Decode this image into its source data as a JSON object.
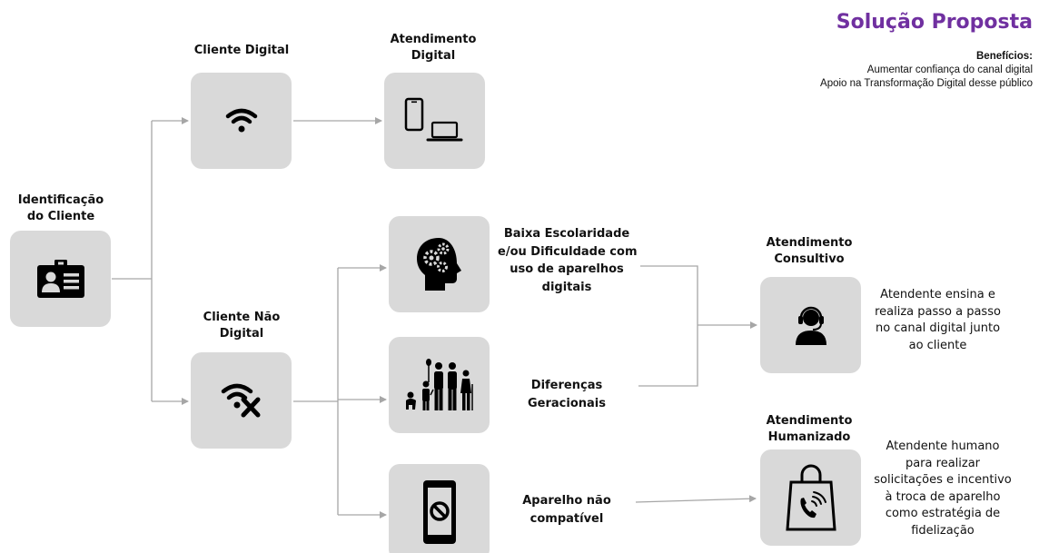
{
  "header": {
    "title": "Solução Proposta",
    "benefits_heading": "Benefícios:",
    "benefits": [
      "Aumentar confiança do canal digital",
      "Apoio na Transformação Digital desse público"
    ]
  },
  "nodes": {
    "id_cliente": {
      "label": [
        "Identificação",
        "do Cliente"
      ],
      "icon": "id-card-icon"
    },
    "cliente_digital": {
      "label": [
        "Cliente Digital"
      ],
      "icon": "wifi-icon"
    },
    "atendimento_digital": {
      "label": [
        "Atendimento",
        "Digital"
      ],
      "icon": "phone-laptop-icon"
    },
    "cliente_nao_digital": {
      "label": [
        "Cliente Não",
        "Digital"
      ],
      "icon": "no-wifi-icon"
    },
    "baixa_escolaridade": {
      "label": [
        "Baixa Escolaridade",
        "e/ou Dificuldade com",
        "uso de aparelhos",
        "digitais"
      ],
      "icon": "head-gears-icon"
    },
    "diferencas": {
      "label": [
        "Diferenças",
        "Geracionais"
      ],
      "icon": "family-generations-icon"
    },
    "aparelho": {
      "label": [
        "Aparelho não",
        "compatível"
      ],
      "icon": "blocked-phone-icon"
    },
    "atendimento_consultivo": {
      "label": [
        "Atendimento",
        "Consultivo"
      ],
      "icon": "headset-agent-icon"
    },
    "atendimento_humanizado": {
      "label": [
        "Atendimento",
        "Humanizado"
      ],
      "icon": "shopping-bag-phone-icon"
    }
  },
  "descriptions": {
    "consultivo": [
      "Atendente ensina e",
      "realiza passo a passo",
      "no canal digital junto",
      "ao cliente"
    ],
    "humanizado": [
      "Atendente humano",
      "para realizar",
      "solicitações e incentivo",
      "à troca de aparelho",
      "como estratégia de",
      "fidelização"
    ]
  },
  "colors": {
    "title": "#7030a0",
    "box": "#d9d9d9",
    "connector": "#a6a6a6",
    "icon": "#000000"
  }
}
